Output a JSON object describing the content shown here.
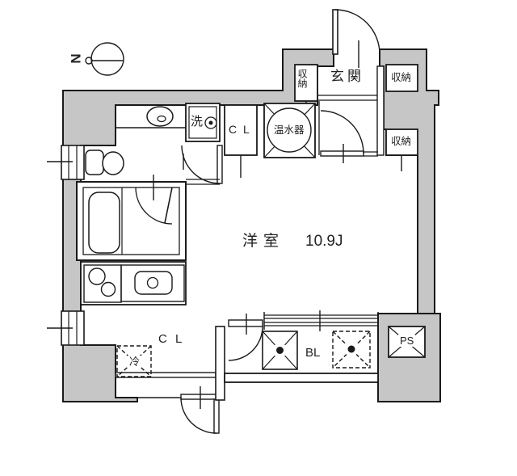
{
  "plan_title": "apartment-floor-plan",
  "compass": {
    "north_label": "N"
  },
  "labels": {
    "entrance": "玄関",
    "storage_entrance_left": "収納",
    "storage_entrance_right": "収納",
    "storage_hall_right": "収納",
    "washing_machine": "洗",
    "closet_upper": "C L",
    "water_heater": "温水器",
    "main_room": "洋室",
    "main_room_size": "10.9J",
    "closet_lower": "C L",
    "refrigerator": "冷",
    "balcony": "BL",
    "pipe_space": "PS"
  },
  "colors": {
    "wall_fill": "#c6c6c6",
    "line": "#1a1a1a",
    "floor": "#ffffff"
  }
}
